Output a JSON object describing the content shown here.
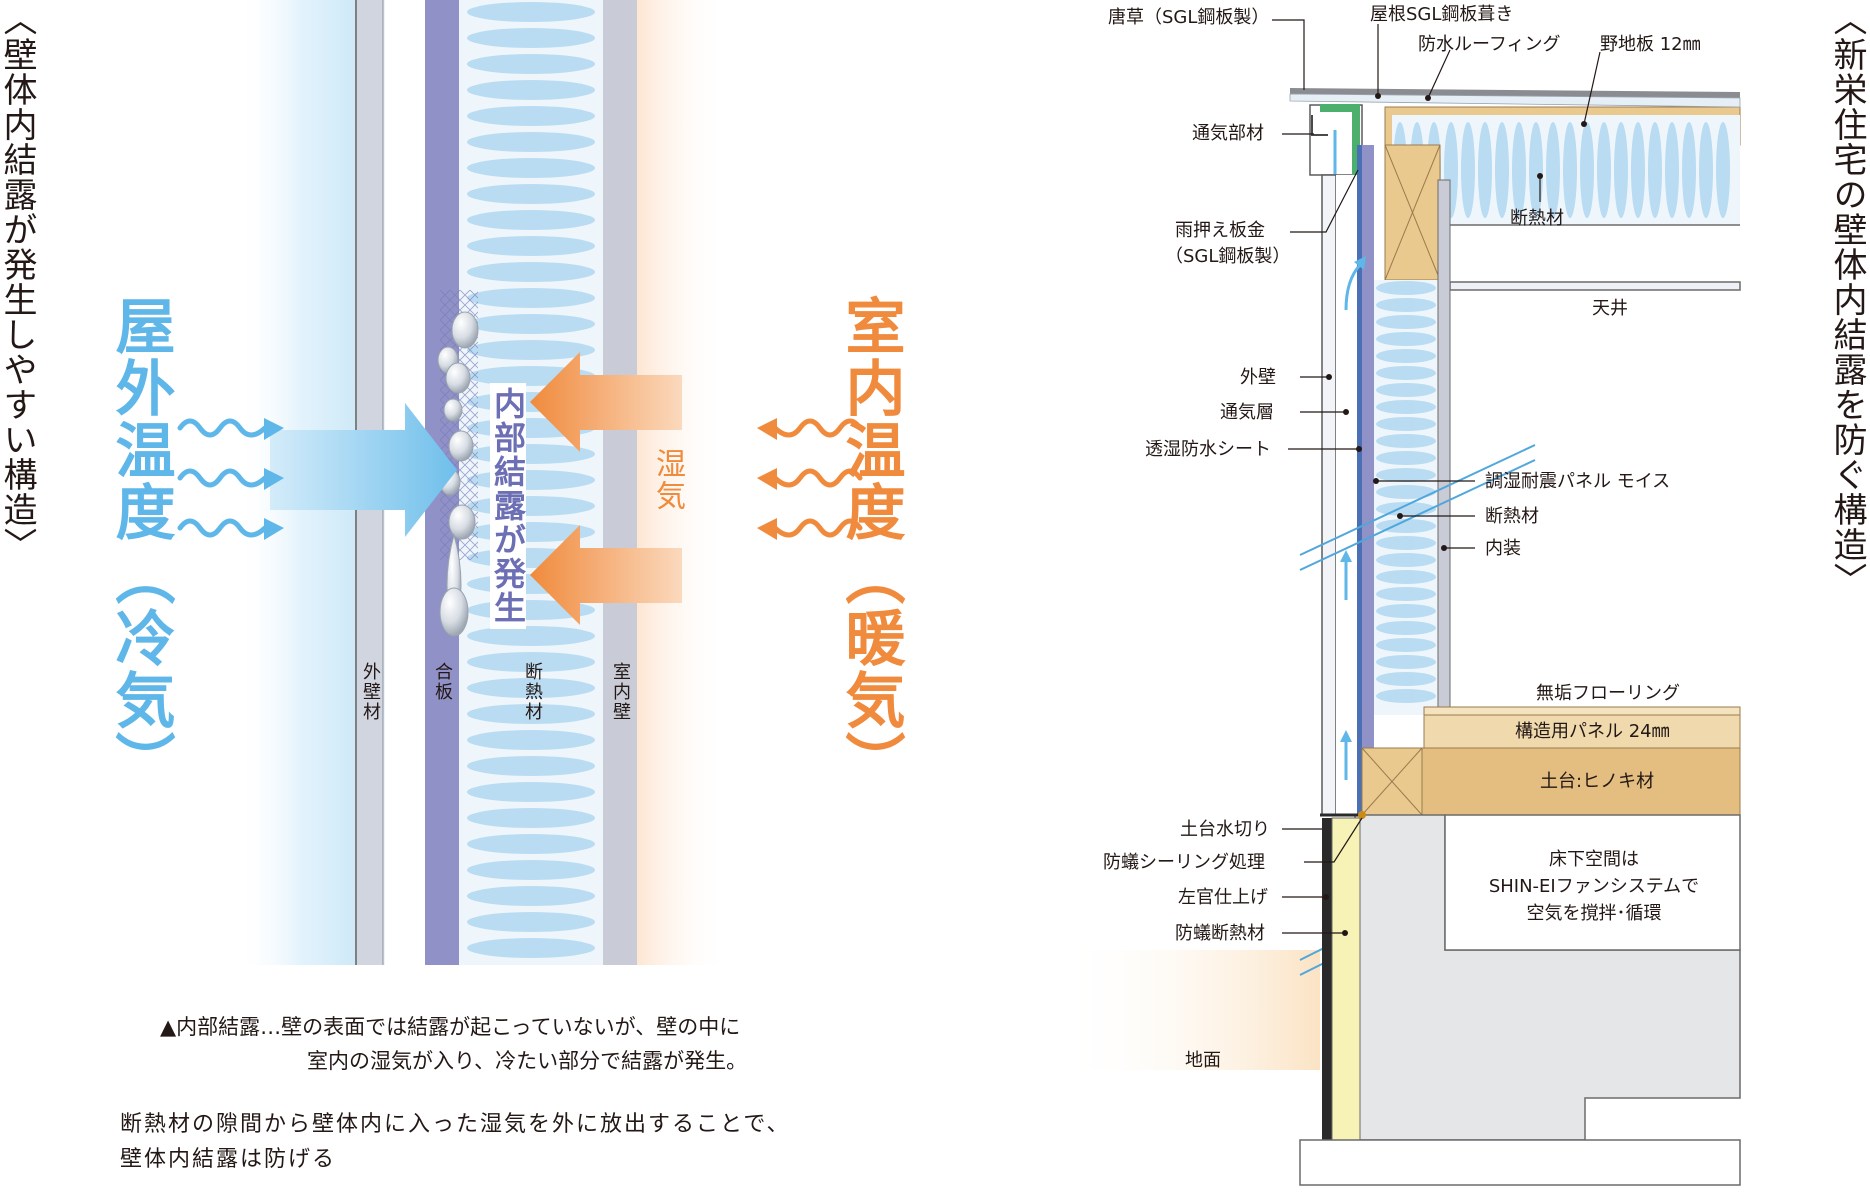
{
  "colors": {
    "cold": "#5fb6e8",
    "warm": "#f08a3c",
    "panel_purple": "#8f91c7",
    "insulation_blue": "#b9dcf2",
    "wall_gray": "#c9ccd6",
    "wood": "#e9c98e",
    "yellow_insulation": "#f7f2b5"
  },
  "left": {
    "title": "〈壁体内結露が発生しやすい構造〉",
    "outdoor_label": "屋外温度",
    "outdoor_sub": "（冷気）",
    "indoor_label": "室内温度",
    "indoor_sub": "（暖気）",
    "humidity_label": "湿気",
    "condensation_label": "内部結露が発生",
    "layers": {
      "outer_wall": "外壁材",
      "plywood": "合板",
      "insulation": "断熱材",
      "inner_wall": "室内壁"
    },
    "caption_line1": "▲内部結露…壁の表面では結露が起こっていないが、壁の中に",
    "caption_line2": "室内の湿気が入り、冷たい部分で結露が発生。",
    "note_line1": "断熱材の隙間から壁体内に入った湿気を外に放出することで、",
    "note_line2": "壁体内結露は防げる"
  },
  "right": {
    "title": "〈新栄住宅の壁体内結露を防ぐ構造〉",
    "labels": {
      "karakusa": "唐草（SGL鋼板製）",
      "roof": "屋根SGL鋼板葺き",
      "roofing": "防水ルーフィング",
      "nojiita": "野地板 12㎜",
      "vent_member": "通気部材",
      "flashing_1": "雨押え板金",
      "flashing_2": "（SGL鋼板製）",
      "insulation_roof": "断熱材",
      "ceiling": "天井",
      "outer_wall": "外壁",
      "vent_layer": "通気層",
      "sheet": "透湿防水シート",
      "panel": "調湿耐震パネル モイス",
      "insulation": "断熱材",
      "interior": "内装",
      "flooring": "無垢フローリング",
      "struct_panel": "構造用パネル 24㎜",
      "sill": "土台:ヒノキ材",
      "drip": "土台水切り",
      "sealing": "防蟻シーリング処理",
      "plaster": "左官仕上げ",
      "ant_insulation": "防蟻断熱材",
      "underfloor_1": "床下空間は",
      "underfloor_2": "SHIN-EIファンシステムで",
      "underfloor_3": "空気を撹拌･循環",
      "ground": "地面"
    }
  }
}
